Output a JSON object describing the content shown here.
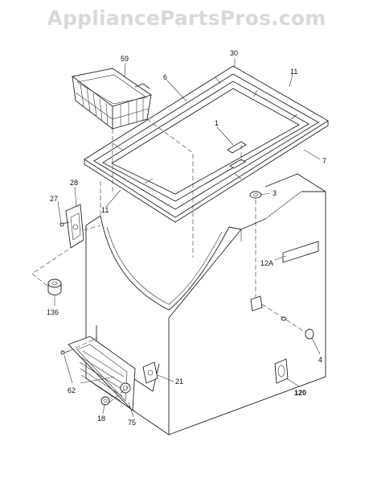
{
  "watermark": "AppliancePartsPros.com",
  "callouts": {
    "c59": "59",
    "c30": "30",
    "c6": "6",
    "c11a": "11",
    "c1": "1",
    "c7": "7",
    "c28": "28",
    "c27": "27",
    "c11b": "11",
    "c3": "3",
    "c12a": "12A",
    "c136": "136",
    "c4": "4",
    "c21": "21",
    "c62": "62",
    "c120": "120",
    "c18": "18",
    "c75": "75"
  }
}
